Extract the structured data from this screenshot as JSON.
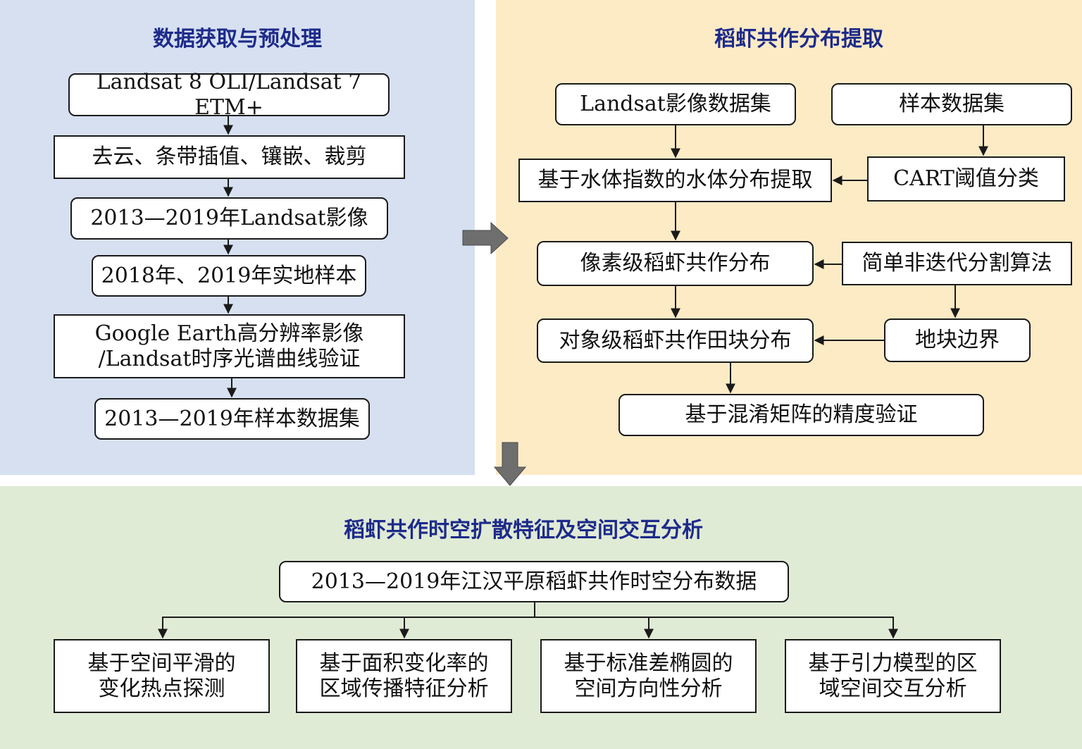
{
  "colors": {
    "panel_data": "#d6e0f1",
    "panel_extract": "#fdebc6",
    "panel_analysis": "#e0ebd6",
    "title_text": "#1d2a8a",
    "line": "#1a1a1a",
    "big_arrow": "#6e6e6e"
  },
  "panel_data": {
    "title": "数据获取与预处理",
    "nodes": {
      "landsat_sensors": "Landsat 8 OLI/Landsat 7 ETM+",
      "preprocess": "去云、条带插值、镶嵌、裁剪",
      "landsat_images": "2013—2019年Landsat影像",
      "field_samples": "2018年、2019年实地样本",
      "validation": "Google Earth高分辨率影像\n/Landsat时序光谱曲线验证",
      "sample_dataset": "2013—2019年样本数据集"
    }
  },
  "panel_extract": {
    "title": "稻虾共作分布提取",
    "nodes": {
      "landsat_dataset": "Landsat影像数据集",
      "sample_dataset": "样本数据集",
      "water_extract": "基于水体指数的水体分布提取",
      "cart": "CART阈值分类",
      "pixel_dist": "像素级稻虾共作分布",
      "snic": "简单非迭代分割算法",
      "object_dist": "对象级稻虾共作田块分布",
      "parcel_boundary": "地块边界",
      "accuracy": "基于混淆矩阵的精度验证"
    }
  },
  "panel_analysis": {
    "title": "稻虾共作时空扩散特征及空间交互分析",
    "nodes": {
      "distribution_data": "2013—2019年江汉平原稻虾共作时空分布数据",
      "hotspot": "基于空间平滑的\n变化热点探测",
      "propagation": "基于面积变化率的\n区域传播特征分析",
      "direction": "基于标准差椭圆的\n空间方向性分析",
      "interaction": "基于引力模型的区\n域空间交互分析"
    }
  }
}
